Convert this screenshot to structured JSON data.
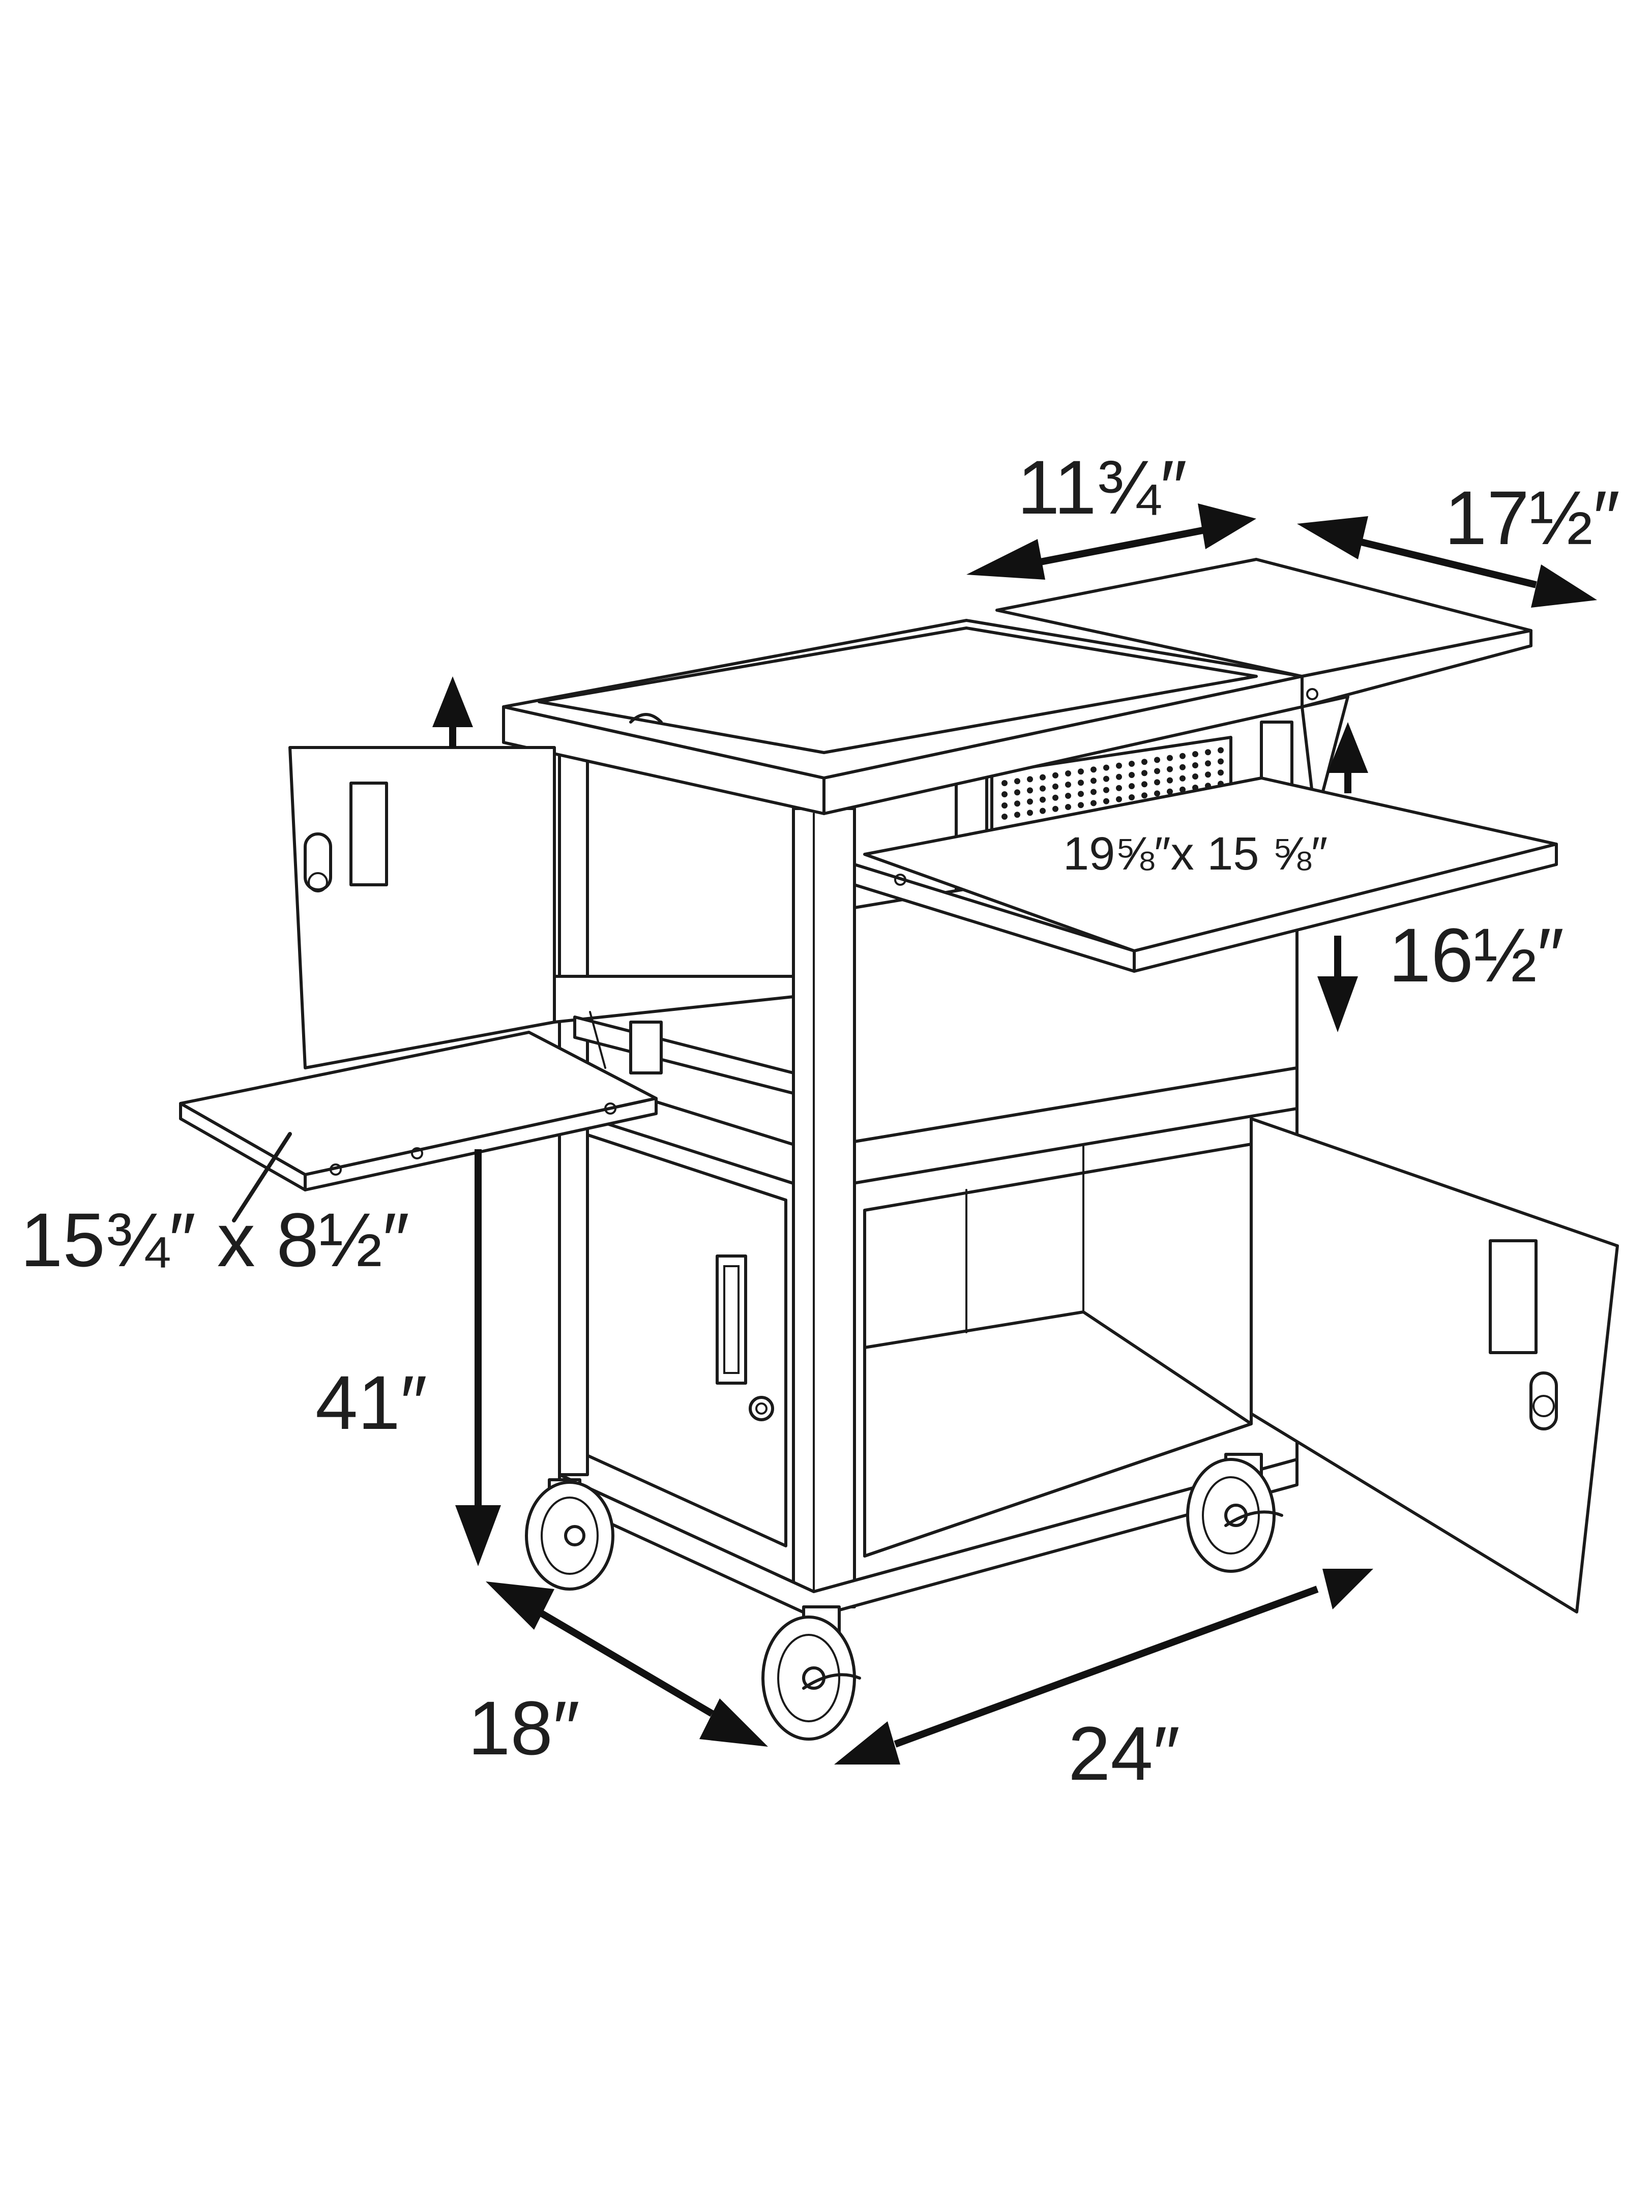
{
  "diagram": {
    "labels": {
      "top_shelf_depth": "11¾″",
      "side_shelf_depth": "17½″",
      "pullout_shelf_size": "19⅝″x 15 ⅝″",
      "pullout_shelf_clearance": "16½″",
      "side_pullout_size": "15¾″ x 8½″",
      "height": "41″",
      "depth": "18″",
      "width": "24″"
    }
  }
}
